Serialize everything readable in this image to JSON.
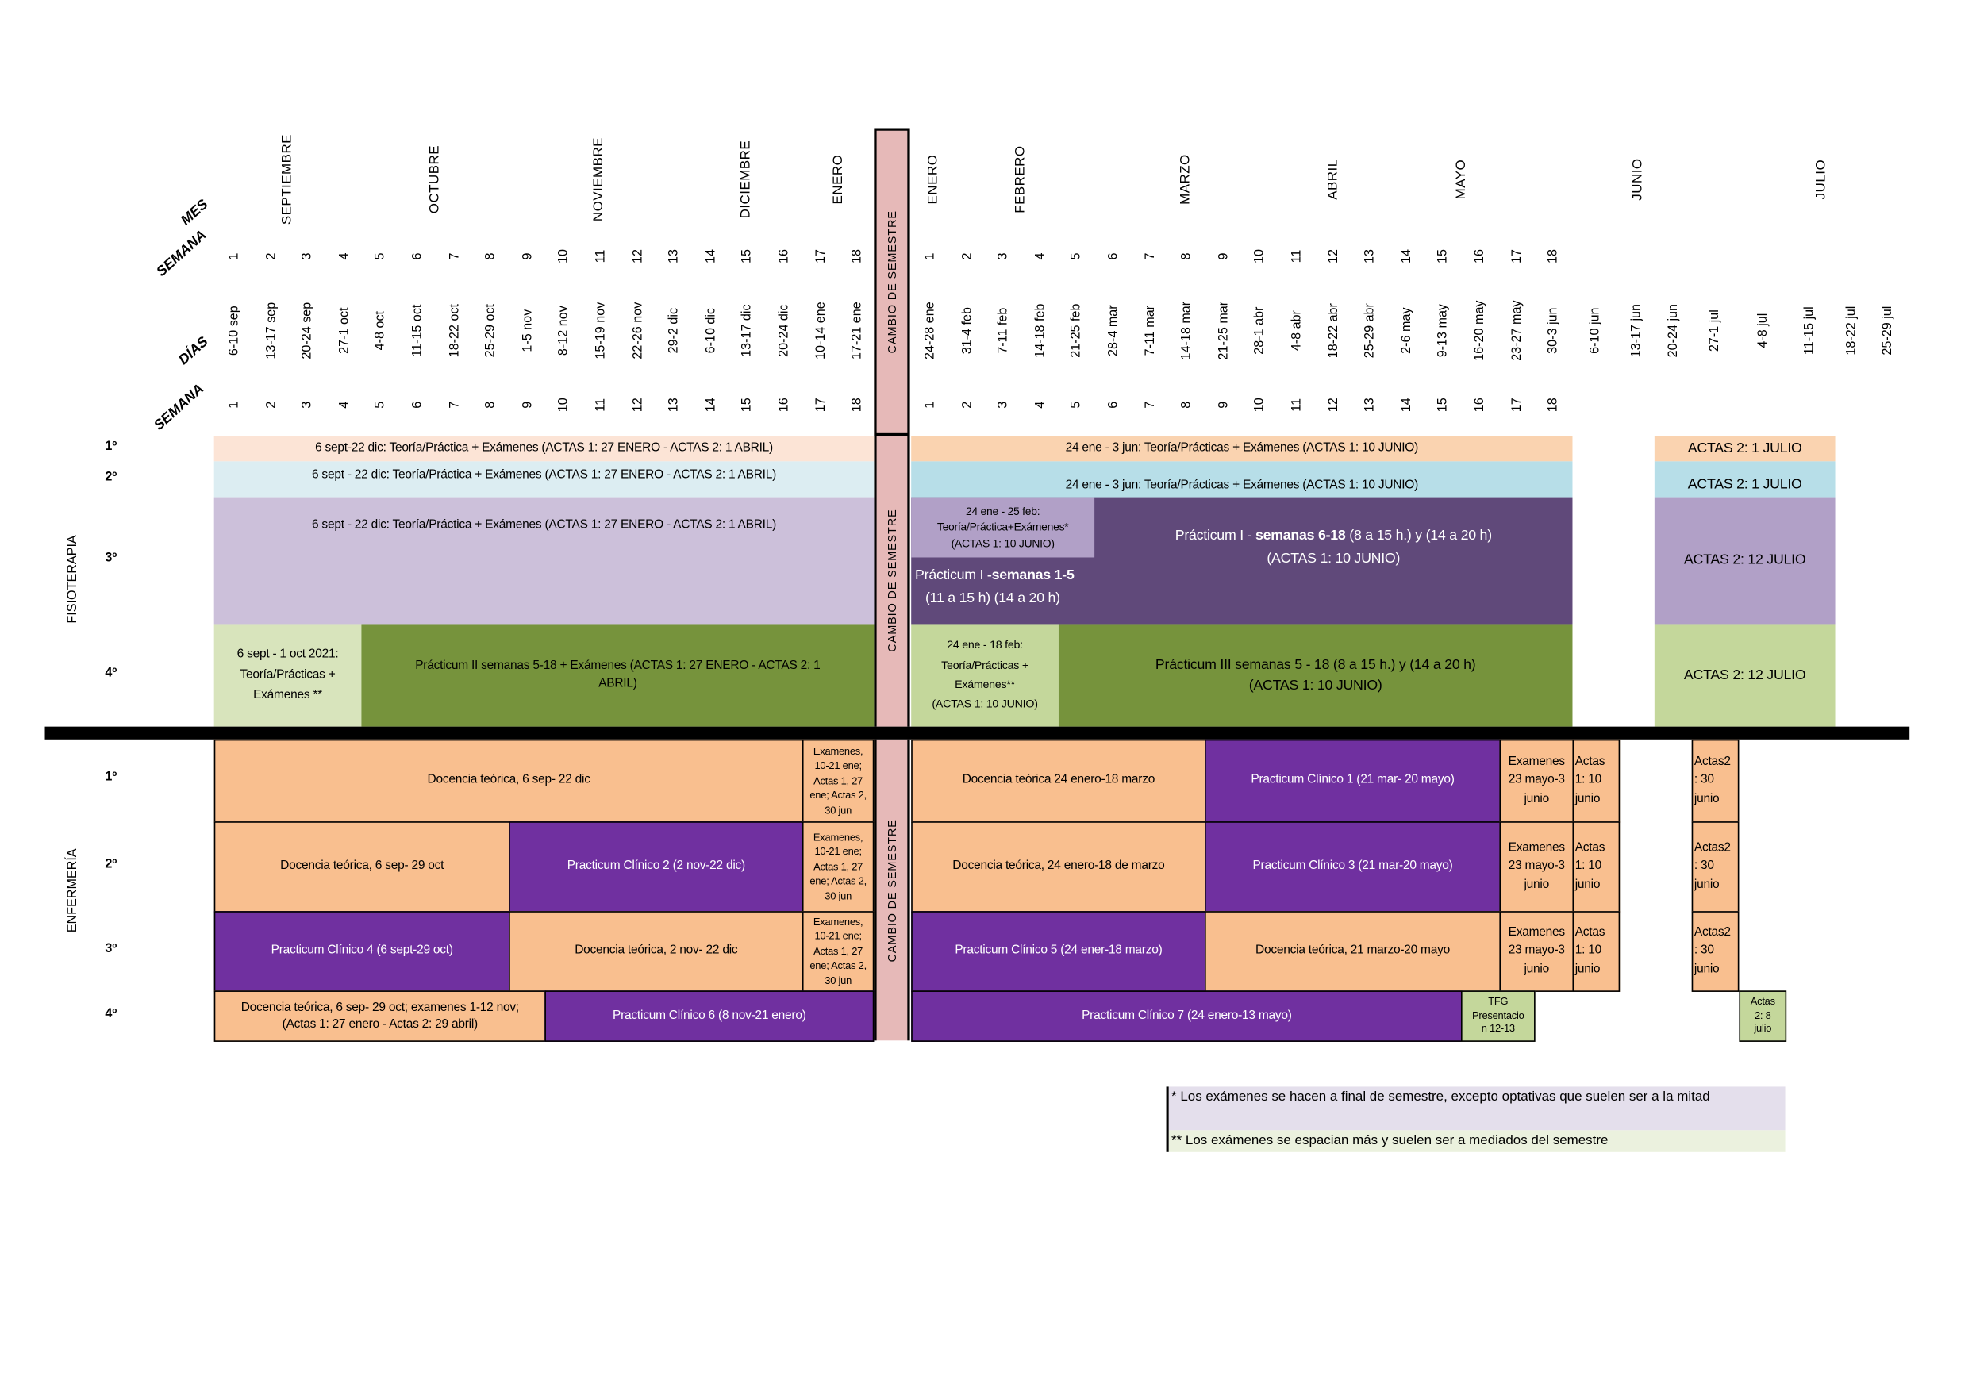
{
  "header": {
    "mes_label": "MES",
    "semana_label": "SEMANA",
    "dias_label": "DÍAS",
    "semana_label_bottom": "SEMANA",
    "months": [
      "SEPTIEMBRE",
      "OCTUBRE",
      "NOVIEMBRE",
      "DICIEMBRE",
      "ENERO",
      "ENERO",
      "FEBRERO",
      "MARZO",
      "ABRIL",
      "MAYO",
      "JUNIO",
      "JULIO"
    ],
    "weeks_s1": [
      "1",
      "2",
      "3",
      "4",
      "5",
      "6",
      "7",
      "8",
      "9",
      "10",
      "11",
      "12",
      "13",
      "14",
      "15",
      "16",
      "17",
      "18"
    ],
    "weeks_s2": [
      "1",
      "2",
      "3",
      "4",
      "5",
      "6",
      "7",
      "8",
      "9",
      "10",
      "11",
      "12",
      "13",
      "14",
      "15",
      "16",
      "17",
      "18"
    ],
    "days_s1": [
      "6-10 sep",
      "13-17 sep",
      "20-24 sep",
      "27-1 oct",
      "4-8 oct",
      "11-15 oct",
      "18-22 oct",
      "25-29 oct",
      "1-5 nov",
      "8-12 nov",
      "15-19 nov",
      "22-26 nov",
      "29-2 dic",
      "6-10 dic",
      "13-17 dic",
      "20-24 dic",
      "10-14 ene",
      "17-21 ene"
    ],
    "days_s2": [
      "24-28 ene",
      "31-4 feb",
      "7-11 feb",
      "14-18 feb",
      "21-25 feb",
      "28-4 mar",
      "7-11 mar",
      "14-18 mar",
      "21-25 mar",
      "28-1 abr",
      "4-8 abr",
      "18-22 abr",
      "25-29 abr",
      "2-6 may",
      "9-13 may",
      "16-20 may",
      "23-27 may",
      "30-3 jun"
    ],
    "days_extra": [
      "6-10 jun",
      "13-17 jun",
      "20-24 jun",
      "27-1 jul",
      "4-8 jul",
      "11-15 jul",
      "18-22 jul",
      "25-29 jul"
    ],
    "cambio": "CAMBIO DE SEMESTRE"
  },
  "fisioterapia": {
    "label": "FISIOTERAPIA",
    "years": [
      "1º",
      "2º",
      "3º",
      "4º"
    ],
    "y1_s1": "6 sept-22 dic: Teoría/Práctica + Exámenes  (ACTAS 1: 27 ENERO - ACTAS 2: 1 ABRIL)",
    "y1_s2": "24 ene - 3 jun: Teoría/Prácticas + Exámenes (ACTAS 1: 10 JUNIO)",
    "y1_actas2": "ACTAS 2: 1 JULIO",
    "y2_s1": "6 sept - 22 dic: Teoría/Práctica + Exámenes  (ACTAS 1: 27 ENERO - ACTAS 2: 1 ABRIL)",
    "y2_s2": "24 ene - 3 jun: Teoría/Prácticas + Exámenes (ACTAS 1: 10 JUNIO)",
    "y2_actas2": "ACTAS 2: 1 JULIO",
    "y3_s1": "6 sept - 22 dic: Teoría/Práctica + Exámenes  (ACTAS 1: 27 ENERO - ACTAS 2: 1 ABRIL)",
    "y3_s2_teoria": "24 ene - 25 feb:\nTeoría/Práctica+Exámenes*\n(ACTAS 1: 10 JUNIO)",
    "y3_practicum1_pre": "Prácticum I ",
    "y3_practicum1_bold": "-semanas 1-5",
    "y3_practicum1_post": "(11 a 15 h) (14 a 20 h)",
    "y3_practicum2_pre": "Prácticum I - ",
    "y3_practicum2_bold": "semanas 6-18",
    "y3_practicum2_post": "  (8 a 15 h.) y (14 a 20 h)",
    "y3_practicum2_actas": "(ACTAS 1: 10 JUNIO)",
    "y3_actas2": "ACTAS 2: 12 JULIO",
    "y4_s1_teoria": "6 sept - 1 oct 2021:\nTeoría/Prácticas +\nExámenes **",
    "y4_s1_practicum": "Prácticum II semanas 5-18 + Exámenes  (ACTAS 1: 27 ENERO - ACTAS 2: 1\nABRIL)",
    "y4_s2_teoria": "24 ene - 18 feb:\nTeoría/Prácticas +\nExámenes**\n(ACTAS 1: 10 JUNIO)",
    "y4_s2_practicum": "Prácticum III semanas 5 - 18 (8 a 15 h.) y (14 a 20 h)\n(ACTAS 1: 10 JUNIO)",
    "y4_actas2": "ACTAS 2: 12 JULIO"
  },
  "enfermeria": {
    "label": "ENFERMERÍA",
    "years": [
      "1º",
      "2º",
      "3º",
      "4º"
    ],
    "exam_s1": "Examenes,\n10-21 ene;\nActas 1, 27\nene; Actas 2,\n30 jun",
    "exam_s2": "Examenes\n23 mayo-3\njunio",
    "actas1_s2": "Actas\n1: 10\njunio",
    "actas2": "Actas2\n: 30\njunio",
    "y1_s1": "Docencia teórica, 6 sep- 22 dic",
    "y1_s2a": "Docencia teórica 24 enero-18 marzo",
    "y1_s2b": "Practicum Clínico 1  (21  mar- 20 mayo)",
    "y2_s1a": "Docencia teórica, 6 sep- 29 oct",
    "y2_s1b": "Practicum Clínico 2 (2 nov-22 dic)",
    "y2_s2a": "Docencia teórica, 24 enero-18 de marzo",
    "y2_s2b": "Practicum Clínico 3 (21 mar-20 mayo)",
    "y3_s1a": "Practicum Clínico 4 (6 sept-29 oct)",
    "y3_s1b": "Docencia teórica, 2 nov- 22 dic",
    "y3_s2a": "Practicum Clínico 5  (24 ener-18 marzo)",
    "y3_s2b": "Docencia teórica, 21 marzo-20 mayo",
    "y4_s1a": "Docencia teórica, 6 sep- 29 oct; examenes  1-12 nov;\n(Actas 1: 27 enero - Actas 2: 29 abril)",
    "y4_s1b": "Practicum Clínico 6 (8 nov-21 enero)",
    "y4_s2a": "Practicum Clínico 7 (24 enero-13 mayo)",
    "y4_tfg": "TFG\nPresentacio\nn 12-13",
    "y4_actas2": "Actas\n2: 8\njulio"
  },
  "notes": {
    "note1": "* Los exámenes se hacen a final de semestre, excepto optativas que suelen ser a la mitad",
    "note2": "** Los exámenes se espacian más y suelen ser a mediados del semestre"
  },
  "colors": {
    "peach_light": "#fce4d6",
    "peach": "#fad3b0",
    "blue_light": "#dcedf2",
    "blue": "#b7dee8",
    "lilac_light": "#ccc0da",
    "lilac": "#b1a0c7",
    "purple_dark": "#60497a",
    "green_light": "#d8e4bc",
    "green": "#c4d79b",
    "olive": "#76933c",
    "enf_peach": "#f9bf8f",
    "enf_purple": "#7030a0",
    "cambio": "#e6b9b8"
  }
}
